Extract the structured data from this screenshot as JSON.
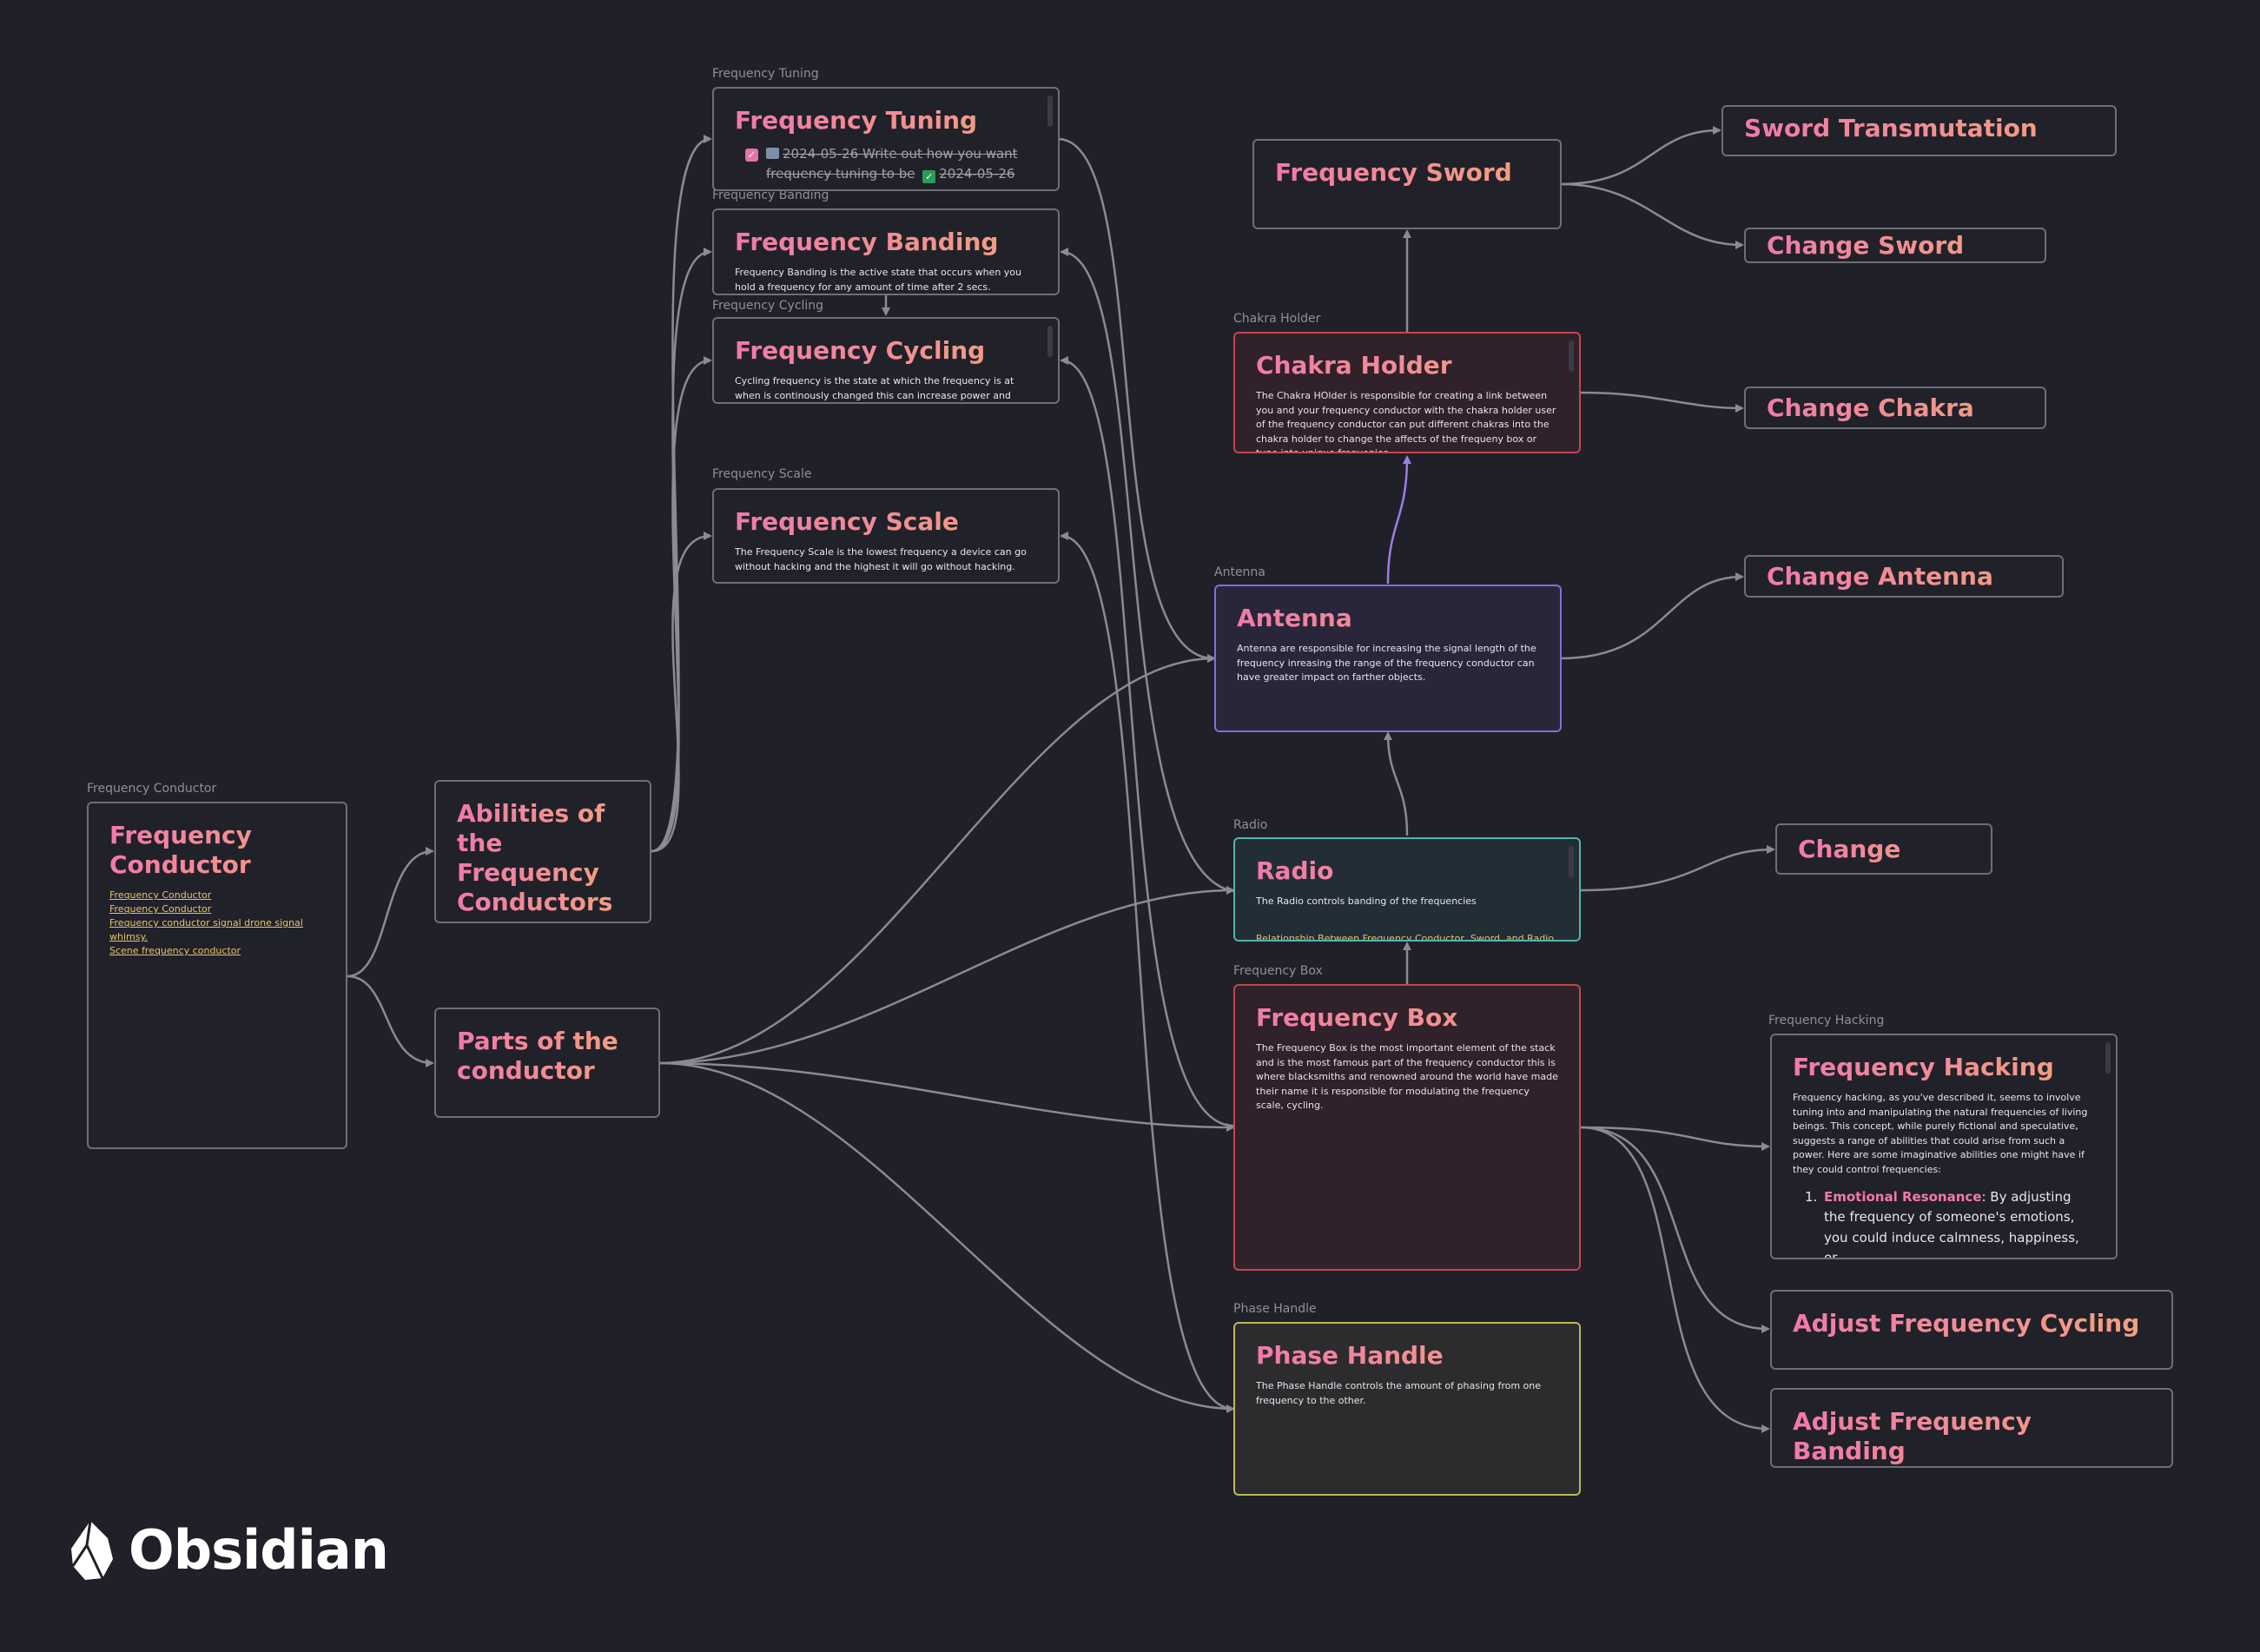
{
  "app": {
    "logo_text": "Obsidian"
  },
  "colors": {
    "background": "#202029",
    "edge": "#8a8a90",
    "edge_accent": "#9b7de8",
    "card_red": "#c4464d",
    "card_purple": "#8a6bd6",
    "card_teal": "#4fb6b0",
    "card_yellow": "#bdb856",
    "title_gradient_start": "#f07aaa",
    "title_gradient_end": "#f3a27d"
  },
  "groups": {
    "frequency_tuning": "Frequency Tuning",
    "frequency_banding": "Frequency Banding",
    "frequency_cycling": "Frequency Cycling",
    "frequency_scale": "Frequency Scale",
    "frequency_conductor": "Frequency Conductor",
    "chakra_holder": "Chakra Holder",
    "antenna": "Antenna",
    "radio": "Radio",
    "frequency_box": "Frequency Box",
    "phase_handle": "Phase Handle",
    "frequency_hacking": "Frequency Hacking"
  },
  "nodes": {
    "frequency_conductor": {
      "title": "Frequency Conductor",
      "links": [
        "Frequency Conductor",
        "Frequency Conductor",
        "Frequency conductor signal drone signal whimsy.",
        "Scene frequency conductor"
      ]
    },
    "abilities": {
      "title": "Abilities of the Frequency Conductors"
    },
    "parts": {
      "title": "Parts of the conductor"
    },
    "frequency_tuning": {
      "title": "Frequency Tuning",
      "task_text": "2024-05-26 Write out how you want frequency tuning to be",
      "task_done_date": "2024-05-26"
    },
    "frequency_banding": {
      "title": "Frequency Banding",
      "text": "Frequency Banding is the active state that occurs when you hold a frequency for any amount of time after 2 secs."
    },
    "frequency_cycling": {
      "title": "Frequency Cycling",
      "text": "Cycling frequency is the state at which the frequency is at when is continously changed this can increase power and stamina."
    },
    "frequency_scale": {
      "title": "Frequency Scale",
      "text": "The Frequency Scale is the lowest frequency a device can go without hacking and the highest it will go without hacking."
    },
    "frequency_sword": {
      "title": "Frequency Sword"
    },
    "sword_transmutation": {
      "title": "Sword Transmutation"
    },
    "change_sword": {
      "title": "Change Sword"
    },
    "chakra_holder": {
      "title": "Chakra Holder",
      "text": "The Chakra HOlder is responsible for creating a link between you and your frequency conductor with the chakra holder user of the frequency conductor can put different chakras into the chakra holder to change the affects of the frequeny box or tune into unique frequenies."
    },
    "change_chakra": {
      "title": "Change Chakra"
    },
    "antenna": {
      "title": "Antenna",
      "text": "Antenna are responsible for increasing the signal length of the frequency inreasing the range of the frequency conductor can have greater impact on farther objects."
    },
    "change_antenna": {
      "title": "Change Antenna"
    },
    "radio": {
      "title": "Radio",
      "text": "The Radio controls banding of the frequencies",
      "link": "Relationship Between Frequency Conductor, Sword, and Radio"
    },
    "change_radio": {
      "title": "Change Radio"
    },
    "frequency_box": {
      "title": "Frequency Box",
      "text": "The Frequency Box is the most important element of the stack and is the most famous part of the frequency conductor this is where blacksmiths and renowned around the world have made their name it is responsible for modulating the frequency scale, cycling."
    },
    "phase_handle": {
      "title": "Phase Handle",
      "text": "The Phase Handle controls the amount of phasing from one frequency to the other."
    },
    "frequency_hacking": {
      "title": "Frequency Hacking",
      "text": "Frequency hacking, as you've described it, seems to involve tuning into and manipulating the natural frequencies of living beings. This concept, while purely fictional and speculative, suggests a range of abilities that could arise from such a power. Here are some imaginative abilities one might have if they could control frequencies:",
      "list_number": "1.",
      "list_term": "Emotional Resonance",
      "list_text": ": By adjusting the frequency of someone's emotions, you could induce calmness, happiness, or"
    },
    "adjust_cycling": {
      "title": "Adjust Frequency Cycling"
    },
    "adjust_banding": {
      "title": "Adjust Frequency Banding"
    }
  }
}
